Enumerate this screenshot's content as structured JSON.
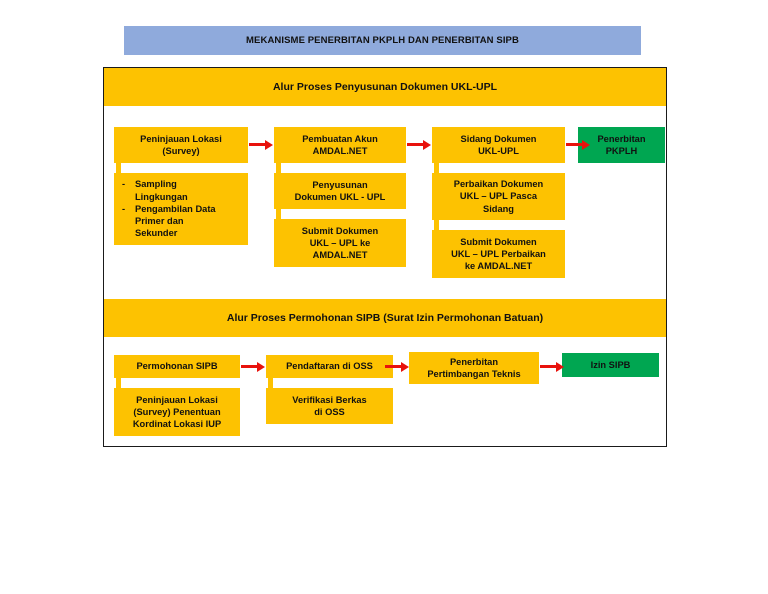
{
  "banner": {
    "title": "MEKANISME PENERBITAN PKPLH DAN PENERBITAN SIPB",
    "color": "#8FAADC"
  },
  "colors": {
    "box_yellow": "#FDC201",
    "box_green": "#00A651",
    "arrow_red": "#E8120C",
    "frame_border": "#1A1A1A",
    "text": "#111111"
  },
  "sections": [
    {
      "header": "Alur Proses Penyusunan Dokumen UKL-UPL",
      "columns": [
        {
          "main": {
            "lines": [
              "Peninjauan Lokasi",
              "(Survey)"
            ],
            "style": "yellow"
          },
          "subs": [
            {
              "style": "yellow",
              "type": "bullets",
              "bullets": [
                {
                  "mark": "-",
                  "lines": [
                    "Sampling",
                    "Lingkungan"
                  ]
                },
                {
                  "mark": "-",
                  "lines": [
                    "Pengambilan Data",
                    "Primer dan",
                    "Sekunder"
                  ]
                }
              ]
            }
          ]
        },
        {
          "main": {
            "lines": [
              "Pembuatan Akun",
              "AMDAL.NET"
            ],
            "style": "yellow"
          },
          "subs": [
            {
              "style": "yellow",
              "lines": [
                "Penyusunan",
                "Dokumen UKL - UPL"
              ]
            },
            {
              "style": "yellow",
              "lines": [
                "Submit Dokumen",
                "UKL – UPL ke",
                "AMDAL.NET"
              ]
            }
          ]
        },
        {
          "main": {
            "lines": [
              "Sidang Dokumen",
              "UKL-UPL"
            ],
            "style": "yellow"
          },
          "subs": [
            {
              "style": "yellow",
              "lines": [
                "Perbaikan Dokumen",
                "UKL – UPL Pasca",
                "Sidang"
              ]
            },
            {
              "style": "yellow",
              "lines": [
                "Submit Dokumen",
                "UKL – UPL Perbaikan",
                "ke AMDAL.NET"
              ]
            }
          ]
        },
        {
          "main": {
            "lines": [
              "Penerbitan",
              "PKPLH"
            ],
            "style": "green"
          },
          "subs": []
        }
      ]
    },
    {
      "header": "Alur Proses Permohonan SIPB (Surat Izin Permohonan Batuan)",
      "columns": [
        {
          "main": {
            "lines": [
              "Permohonan SIPB"
            ],
            "style": "yellow"
          },
          "subs": [
            {
              "style": "yellow",
              "lines": [
                "Peninjauan Lokasi",
                "(Survey) Penentuan",
                "Kordinat Lokasi IUP"
              ]
            }
          ]
        },
        {
          "main": {
            "lines": [
              "Pendaftaran di OSS"
            ],
            "style": "yellow"
          },
          "subs": [
            {
              "style": "yellow",
              "lines": [
                "Verifikasi Berkas",
                "di OSS"
              ]
            }
          ]
        },
        {
          "main": {
            "lines": [
              "Penerbitan",
              "Pertimbangan Teknis"
            ],
            "style": "yellow"
          },
          "subs": []
        },
        {
          "main": {
            "lines": [
              "Izin SIPB"
            ],
            "style": "green"
          },
          "subs": []
        }
      ]
    }
  ]
}
